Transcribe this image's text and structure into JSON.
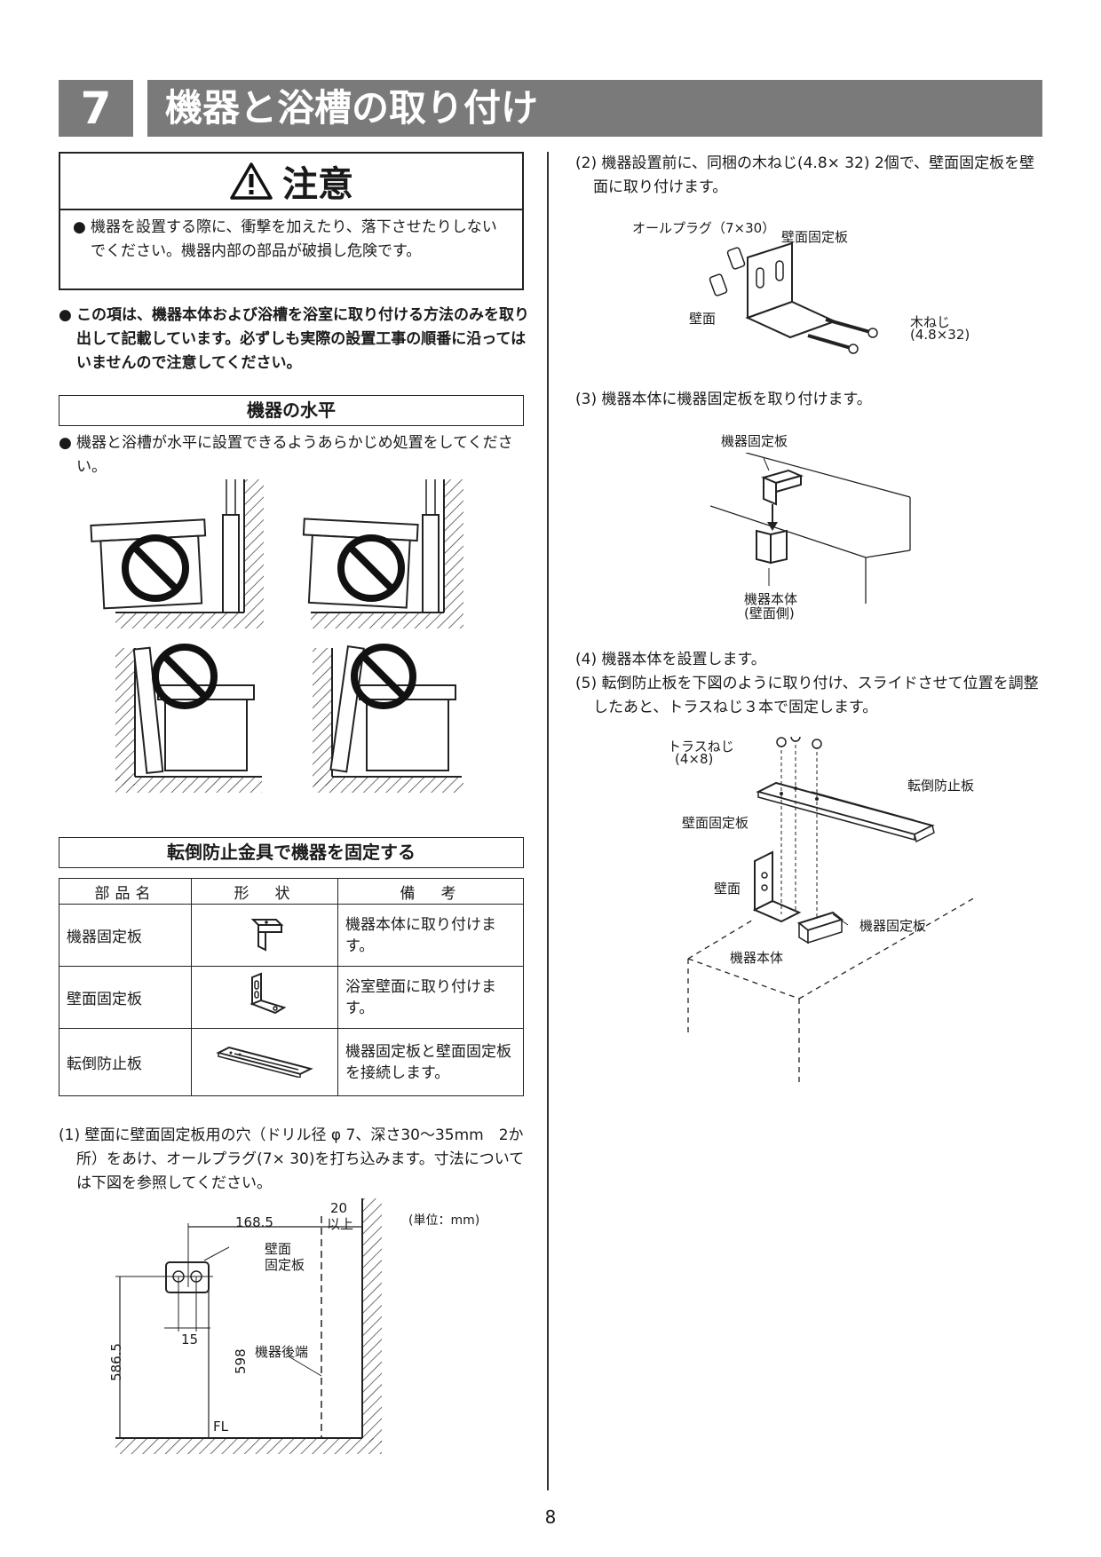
{
  "header": {
    "number": "7",
    "title": "機器と浴槽の取り付け"
  },
  "caution": {
    "title": "注意",
    "icon": "warning-triangle-icon",
    "items": [
      "機器を設置する際に、衝撃を加えたり、落下させたりしないでください。機器内部の部品が破損し危険です。"
    ]
  },
  "note": "この項は、機器本体および浴槽を浴室に取り付ける方法のみを取り出して記載しています。必ずしも実際の設置工事の順番に沿ってはいませんので注意してください。",
  "level_section": {
    "heading": "機器の水平",
    "text": "機器と浴槽が水平に設置できるようあらかじめ処置をしてください。"
  },
  "fix_section": {
    "heading": "転倒防止金具で機器を固定する",
    "table": {
      "headers": [
        "部品名",
        "形　状",
        "備　考"
      ],
      "rows": [
        {
          "name": "機器固定板",
          "note": "機器本体に取り付けます。"
        },
        {
          "name": "壁面固定板",
          "note": "浴室壁面に取り付けます。"
        },
        {
          "name": "転倒防止板",
          "note": "機器固定板と壁面固定板を接続します。"
        }
      ]
    }
  },
  "steps": {
    "s1": "(1) 壁面に壁面固定板用の穴（ドリル径 φ 7、深さ30～35mm　2か所）をあけ、オールプラグ(7× 30)を打ち込みます。寸法については下図を参照してください。",
    "s2": "(2) 機器設置前に、同梱の木ねじ(4.8× 32) 2個で、壁面固定板を壁面に取り付けます。",
    "s3": "(3) 機器本体に機器固定板を取り付けます。",
    "s4": "(4) 機器本体を設置します。",
    "s5": "(5) 転倒防止板を下図のように取り付け、スライドさせて位置を調整したあと、トラスねじ３本で固定します。"
  },
  "fig1": {
    "dim_168": "168.5",
    "dim_20": "20",
    "dim_20b": "以上",
    "unit": "(単位：mm)",
    "plate1": "壁面",
    "plate2": "固定板",
    "dim_15": "15",
    "dim_5865": "586.5",
    "dim_598": "598",
    "rear": "機器後端",
    "fl": "FL"
  },
  "fig2": {
    "plug": "オールプラグ（7×30）",
    "plate": "壁面固定板",
    "wall": "壁面",
    "screw1": "木ねじ",
    "screw2": "(4.8×32)"
  },
  "fig3": {
    "plate": "機器固定板",
    "body1": "機器本体",
    "body2": "(壁面側)"
  },
  "fig4": {
    "truss1": "トラスねじ",
    "truss2": "(4×8)",
    "anti": "転倒防止板",
    "wallplate": "壁面固定板",
    "wall": "壁面",
    "devplate": "機器固定板",
    "body": "機器本体"
  },
  "page_number": "8"
}
